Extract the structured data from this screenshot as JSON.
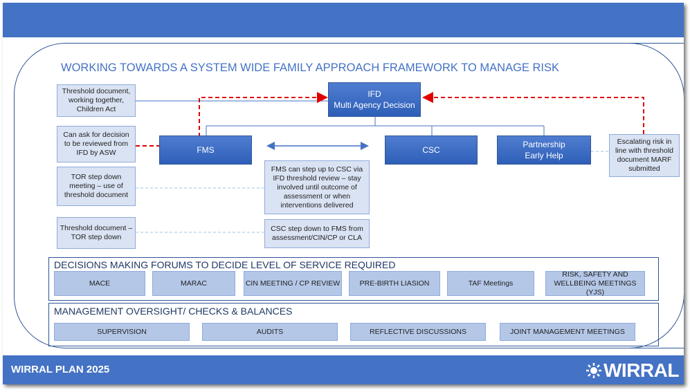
{
  "title": "WORKING TOWARDS A SYSTEM WIDE FAMILY APPROACH FRAMEWORK TO MANAGE RISK",
  "ifd": {
    "line1": "IFD",
    "line2": "Multi Agency Decision"
  },
  "fms": "FMS",
  "csc": "CSC",
  "partnership": {
    "line1": "Partnership",
    "line2": "Early Help"
  },
  "notes": {
    "threshold_doc": "Threshold document, working together, Children Act",
    "ask_decision": "Can ask for decision to be reviewed from IFD by ASW",
    "tor_step_down_meeting": "TOR step down meeting – use of threshold document",
    "threshold_tor": "Threshold document – TOR step down",
    "fms_step_up": "FMS can step up to CSC via IFD threshold review – stay involved until outcome of assessment or when interventions delivered",
    "csc_step_down": "CSC step down to FMS from assessment/CIN/CP or CLA",
    "escalating": "Escalating risk in line with threshold document MARF submitted"
  },
  "decisions": {
    "title": "DECISIONS MAKING FORUMS TO DECIDE LEVEL OF SERVICE REQUIRED",
    "items": [
      "MACE",
      "MARAC",
      "CIN MEETING / CP REVIEW",
      "PRE-BIRTH LIASION",
      "TAF Meetings",
      "RISK, SAFETY AND WELLBEING MEETINGS (YJS)"
    ]
  },
  "oversight": {
    "title": "MANAGEMENT OVERSIGHT/ CHECKS & BALANCES",
    "items": [
      "SUPERVISION",
      "AUDITS",
      "REFLECTIVE DISCUSSIONS",
      "JOINT MANAGEMENT MEETINGS"
    ]
  },
  "footer": "WIRRAL PLAN 2025",
  "logo": "WIRRAL",
  "colors": {
    "primary": "#4472c4",
    "dark_blue": "#2f5597",
    "red_dashed": "#e00000"
  }
}
